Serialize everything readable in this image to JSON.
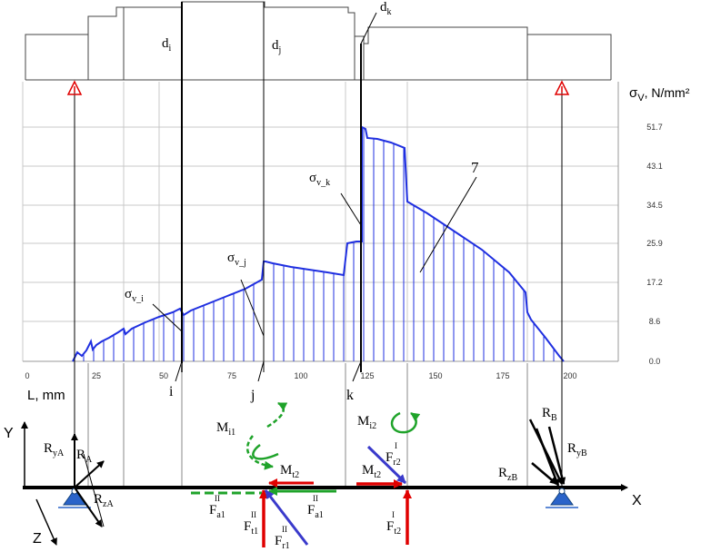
{
  "shaft_labels": {
    "di": {
      "main": "d",
      "sub": "i"
    },
    "dj": {
      "main": "d",
      "sub": "j"
    },
    "dk": {
      "main": "d",
      "sub": "k"
    }
  },
  "stress_axis": {
    "symbol": "σ",
    "symbol_sub": "V",
    "unit": ", N/mm²",
    "ticks": [
      "51.7",
      "43.1",
      "34.5",
      "25.9",
      "17.2",
      "8.6",
      "0.0"
    ]
  },
  "length_axis": {
    "label": "L, mm",
    "ticks": [
      "0",
      "25",
      "50",
      "75",
      "100",
      "125",
      "150",
      "175",
      "200"
    ]
  },
  "section_labels": {
    "i": "i",
    "j": "j",
    "k": "k"
  },
  "stress_labels": {
    "si": {
      "main": "σ",
      "sub": "v_i"
    },
    "sj": {
      "main": "σ",
      "sub": "v_j"
    },
    "sk": {
      "main": "σ",
      "sub": "v_k"
    }
  },
  "curve_label": "7",
  "axes": {
    "x": "X",
    "y": "Y",
    "z": "Z"
  },
  "reactions": {
    "ryA": {
      "main": "R",
      "sub": "yA"
    },
    "rA": {
      "main": "R",
      "sub": "A"
    },
    "rzA": {
      "main": "R",
      "sub": "zA"
    },
    "rB": {
      "main": "R",
      "sub": "B"
    },
    "ryB": {
      "main": "R",
      "sub": "yB"
    },
    "rzB": {
      "main": "R",
      "sub": "zB"
    }
  },
  "forces": {
    "mi1": {
      "main": "M",
      "sub": "i1"
    },
    "mi2": {
      "main": "M",
      "sub": "i2"
    },
    "mt2a": {
      "main": "M",
      "sub": "t2"
    },
    "mt2b": {
      "main": "M",
      "sub": "t2"
    },
    "fa1l": {
      "main": "F",
      "sup": "II",
      "sub": "a1"
    },
    "fa1r": {
      "main": "F",
      "sup": "II",
      "sub": "a1"
    },
    "ft1": {
      "main": "F",
      "sup": "II",
      "sub": "t1"
    },
    "fr1": {
      "main": "F",
      "sup": "II",
      "sub": "r1"
    },
    "fr2": {
      "main": "F",
      "sup": "I",
      "sub": "r2"
    },
    "ft2": {
      "main": "F",
      "sup": "I",
      "sub": "t2"
    }
  },
  "colors": {
    "curve": "#1f2fe0",
    "grid": "#c8c8c8",
    "support_red": "#e00000",
    "support_blue": "#2a63c9",
    "green": "#1fa32a",
    "red_force": "#e00000",
    "blue_force": "#3a3acb"
  }
}
